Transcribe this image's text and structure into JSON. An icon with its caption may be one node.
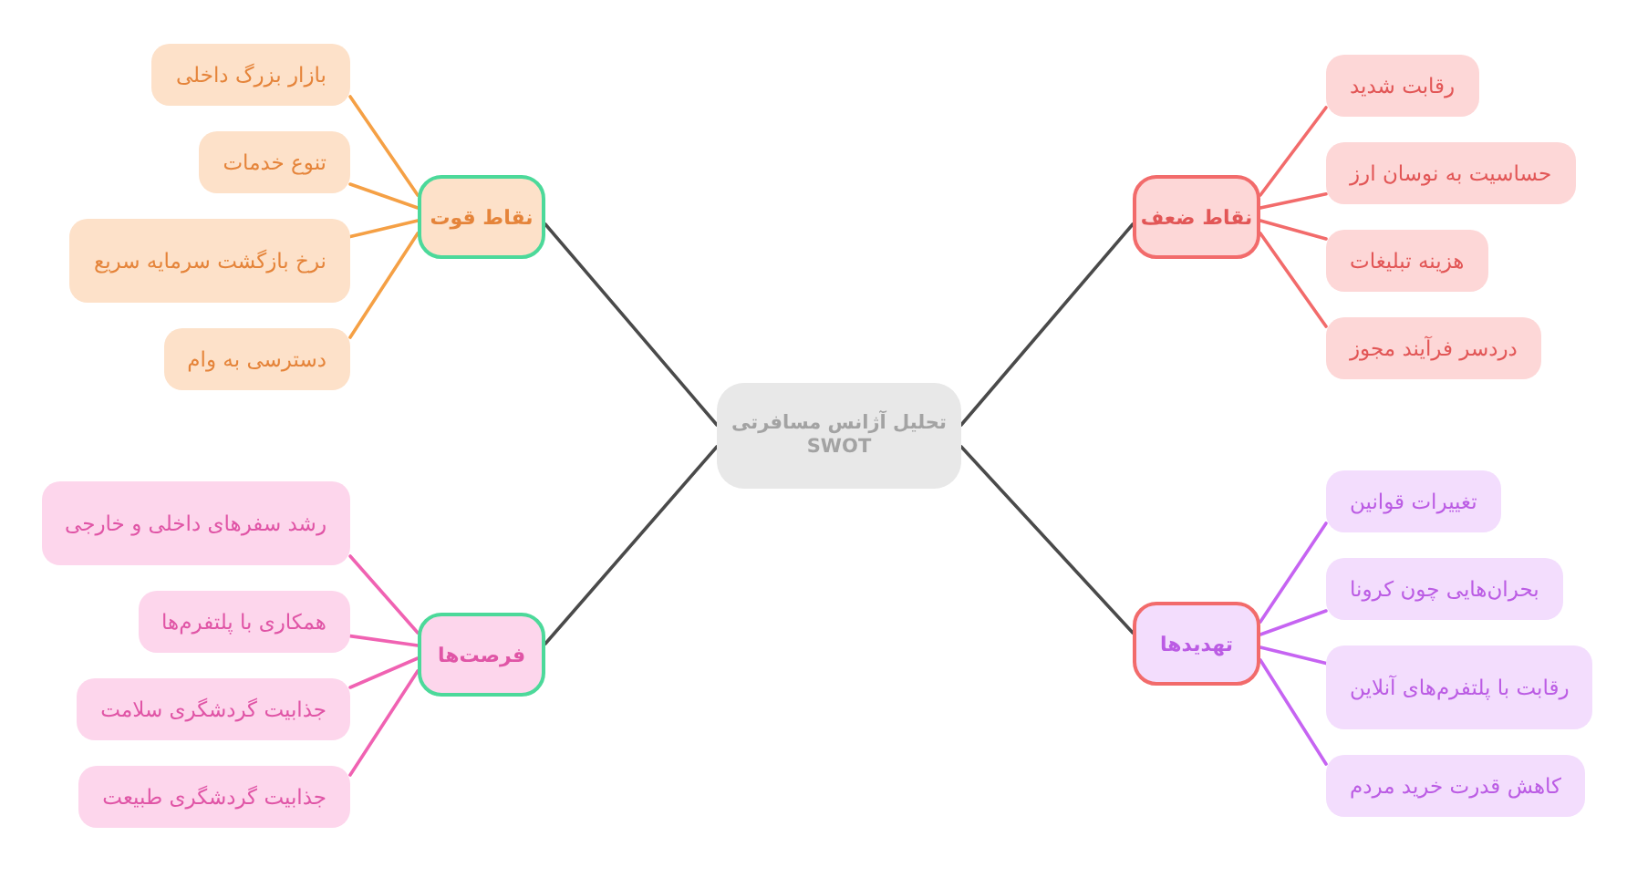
{
  "diagram": {
    "nodes": [
      {
        "text": [
          "تحلیل آژانس مسافرتی SWOT"
        ]
      },
      {
        "text": [
          "نقاط قوت"
        ]
      },
      {
        "text": [
          "بازار بزرگ داخلی"
        ]
      },
      {
        "text": [
          "تنوع خدمات"
        ]
      },
      {
        "text": [
          "نرخ بازگشت سرمایه سریع"
        ]
      },
      {
        "text": [
          "دسترسی به وام"
        ]
      },
      {
        "text": [
          "نقاط ضعف"
        ]
      },
      {
        "text": [
          "رقابت شدید"
        ]
      },
      {
        "text": [
          "حساسیت به نوسان ارز"
        ]
      },
      {
        "text": [
          "هزینه تبلیغات"
        ]
      },
      {
        "text": [
          "دردسر فرآیند مجوز"
        ]
      },
      {
        "text": [
          "فرصت‌ها"
        ]
      },
      {
        "text": [
          "رشد سفرهای داخلی و خارجی"
        ]
      },
      {
        "text": [
          "همکاری با پلتفرم‌ها"
        ]
      },
      {
        "text": [
          "جذابیت گردشگری سلامت"
        ]
      },
      {
        "text": [
          "جذابیت گردشگری طبیعت"
        ]
      },
      {
        "text": [
          "تهدیدها"
        ]
      },
      {
        "text": [
          "تغییرات قوانین"
        ]
      },
      {
        "text": [
          "بحران‌هایی چون کرونا"
        ]
      },
      {
        "text": [
          "رقابت با پلتفرم‌های آنلاین"
        ]
      },
      {
        "text": [
          "کاهش قدرت خرید مردم"
        ]
      }
    ],
    "edges": [
      {
        "from": 0,
        "to": 1,
        "arrow": "none"
      },
      {
        "from": 0,
        "to": 6,
        "arrow": "none"
      },
      {
        "from": 0,
        "to": 11,
        "arrow": "none"
      },
      {
        "from": 0,
        "to": 16,
        "arrow": "none"
      },
      {
        "from": 1,
        "to": 2,
        "arrow": "none",
        "color": "#f5a045"
      },
      {
        "from": 1,
        "to": 3,
        "arrow": "none",
        "color": "#f5a045"
      },
      {
        "from": 1,
        "to": 4,
        "arrow": "none",
        "color": "#f5a045"
      },
      {
        "from": 1,
        "to": 5,
        "arrow": "none",
        "color": "#f5a045"
      },
      {
        "from": 6,
        "to": 7,
        "arrow": "none",
        "color": "#f26b6b"
      },
      {
        "from": 6,
        "to": 8,
        "arrow": "none",
        "color": "#f26b6b"
      },
      {
        "from": 6,
        "to": 9,
        "arrow": "none",
        "color": "#f26b6b"
      },
      {
        "from": 6,
        "to": 10,
        "arrow": "none",
        "color": "#f26b6b"
      },
      {
        "from": 11,
        "to": 12,
        "arrow": "none",
        "color": "#f062b2"
      },
      {
        "from": 11,
        "to": 13,
        "arrow": "none",
        "color": "#f062b2"
      },
      {
        "from": 11,
        "to": 14,
        "arrow": "none",
        "color": "#f062b2"
      },
      {
        "from": 11,
        "to": 15,
        "arrow": "none",
        "color": "#f062b2"
      },
      {
        "from": 16,
        "to": 17,
        "arrow": "none",
        "color": "#c664f2"
      },
      {
        "from": 16,
        "to": 18,
        "arrow": "none",
        "color": "#c664f2"
      },
      {
        "from": 16,
        "to": 19,
        "arrow": "none",
        "color": "#c664f2"
      },
      {
        "from": 16,
        "to": 20,
        "arrow": "none",
        "color": "#c664f2"
      }
    ]
  }
}
